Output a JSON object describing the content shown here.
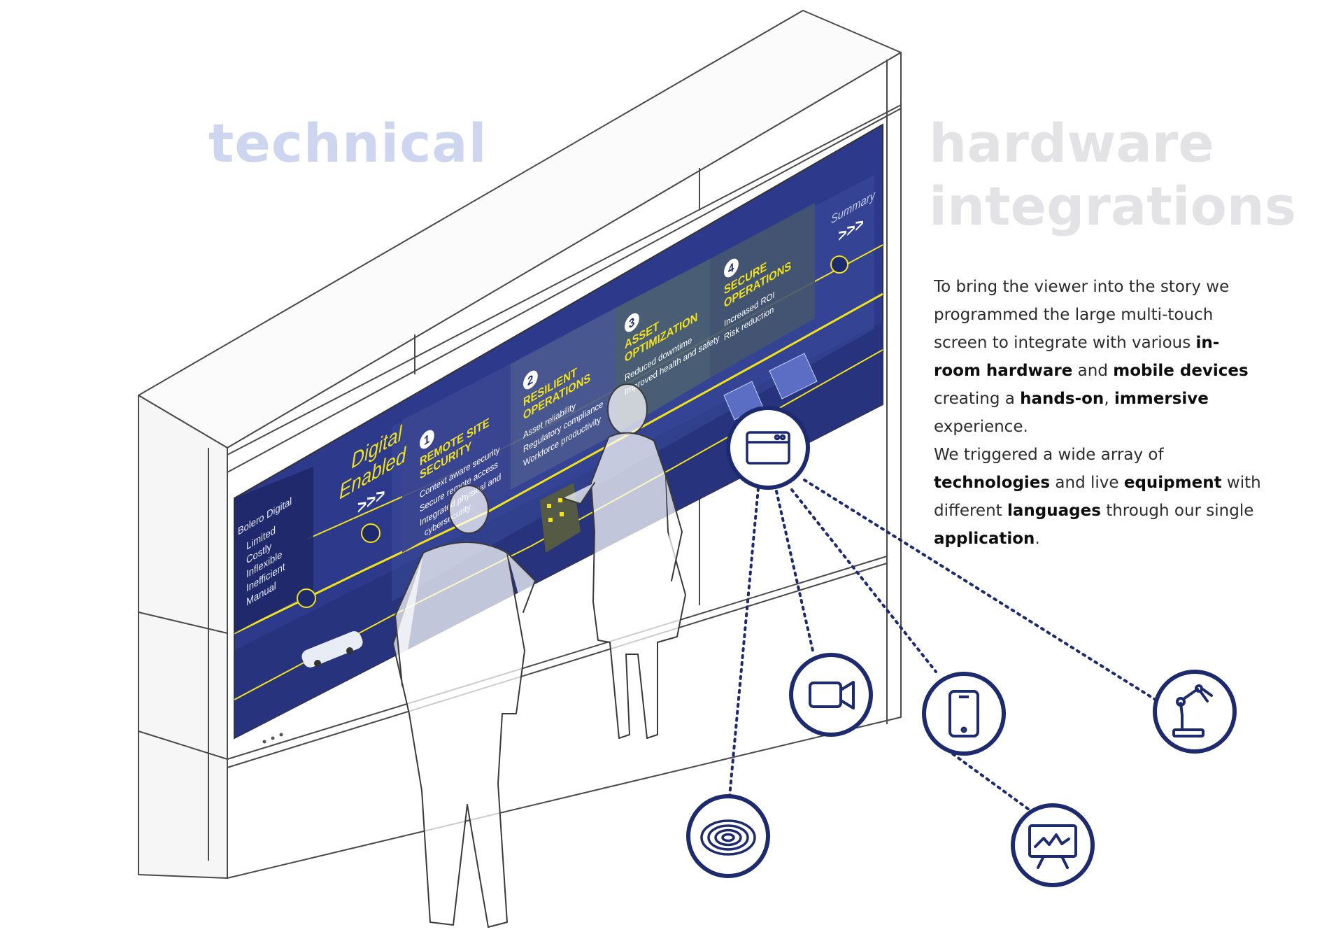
{
  "headline": {
    "left": "technical",
    "right_line1": "hardware",
    "right_line2": "integrations"
  },
  "paragraph1": {
    "p1": "To bring the viewer into the story we programmed the large multi-touch screen to integrate with various ",
    "b1": "in-room hardware",
    "p2": " and ",
    "b2": "mobile devices",
    "p3": " creating a ",
    "b3": "hands-on",
    "p4": ", ",
    "b4": "immersive",
    "p5": " experience."
  },
  "paragraph2": {
    "p1": "We triggered a wide array of ",
    "b1": "technologies",
    "p2": " and live ",
    "b2": "equipment",
    "p3": " with different ",
    "b3": "languages",
    "p4": " through our single ",
    "b4": "application",
    "p5": "."
  },
  "screen": {
    "left_panel": {
      "title": "Bolero Digital",
      "items": [
        "Limited",
        "Costly",
        "Inflexible",
        "Inefficient",
        "Manual"
      ]
    },
    "digital_enabled": {
      "line1": "Digital",
      "line2": "Enabled"
    },
    "steps": [
      {
        "num": "1",
        "title_l1": "REMOTE SITE",
        "title_l2": "SECURITY",
        "items": [
          "Context aware security",
          "Secure remote access",
          "Integrated physical and",
          "cybersecurity"
        ]
      },
      {
        "num": "2",
        "title_l1": "RESILIENT",
        "title_l2": "OPERATIONS",
        "items": [
          "Asset reliability",
          "Regulatory compliance",
          "Workforce productivity"
        ]
      },
      {
        "num": "3",
        "title_l1": "ASSET",
        "title_l2": "OPTIMIZATION",
        "items": [
          "Reduced downtime",
          "Improved health and safety"
        ]
      },
      {
        "num": "4",
        "title_l1": "SECURE",
        "title_l2": "OPERATIONS",
        "items": [
          "Increased ROI",
          "Risk reduction"
        ]
      }
    ],
    "summary": "Summary",
    "chevrons": ">>>"
  },
  "icons": {
    "hub": "browser-window-icon",
    "nodes": [
      "video-camera-icon",
      "smartphone-icon",
      "robot-arm-icon",
      "presentation-chart-icon",
      "rfid-reader-icon"
    ]
  },
  "colors": {
    "navy": "#1d2b6e",
    "screen_blue": "#2d3a8c",
    "accent_yellow": "#f2e21b",
    "headline_left": "#cdd6ee",
    "headline_right": "#e3e3e6"
  }
}
